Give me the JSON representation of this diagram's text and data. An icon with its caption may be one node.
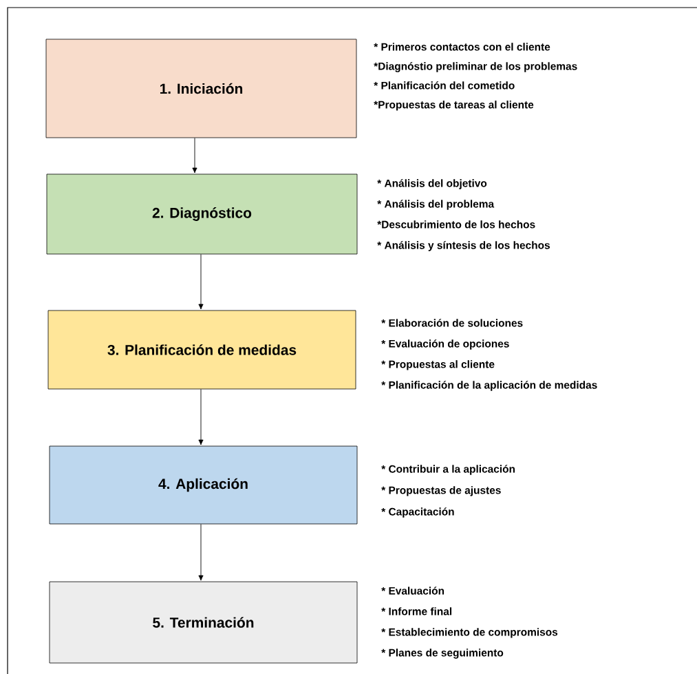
{
  "diagram": {
    "nodes": [
      {
        "text": [
          "1. Iniciación"
        ],
        "beside": [
          "* Primeros contactos con el cliente",
          "*Diagnóstio preliminar de los problemas",
          "* Planificación del cometido",
          "*Propuestas de tareas al cliente"
        ]
      },
      {
        "text": [
          "2. Diagnóstico"
        ],
        "beside": [
          "* Análisis del objetivo",
          "* Análisis del problema",
          "*Descubrimiento de los hechos",
          "* Análisis y síntesis de los hechos"
        ]
      },
      {
        "text": [
          "3. Planificación de medidas"
        ],
        "beside": [
          "* Elaboración de soluciones",
          "* Evaluación de opciones",
          "* Propuestas al cliente",
          "* Planificación de la aplicación de medidas"
        ]
      },
      {
        "text": [
          "4. Aplicación"
        ],
        "beside": [
          "* Contribuir a la aplicación",
          "* Propuestas de ajustes",
          "* Capacitación"
        ]
      },
      {
        "text": [
          "5. Terminación"
        ],
        "beside": [
          "* Evaluación",
          "* Informe final",
          "* Establecimiento de compromisos",
          "* Planes de seguimiento"
        ]
      }
    ],
    "edges": [
      {
        "from": 0,
        "to": 1,
        "arrow": "to"
      },
      {
        "from": 1,
        "to": 2,
        "arrow": "to"
      },
      {
        "from": 2,
        "to": 3,
        "arrow": "to"
      },
      {
        "from": 3,
        "to": 4,
        "arrow": "to"
      }
    ]
  }
}
